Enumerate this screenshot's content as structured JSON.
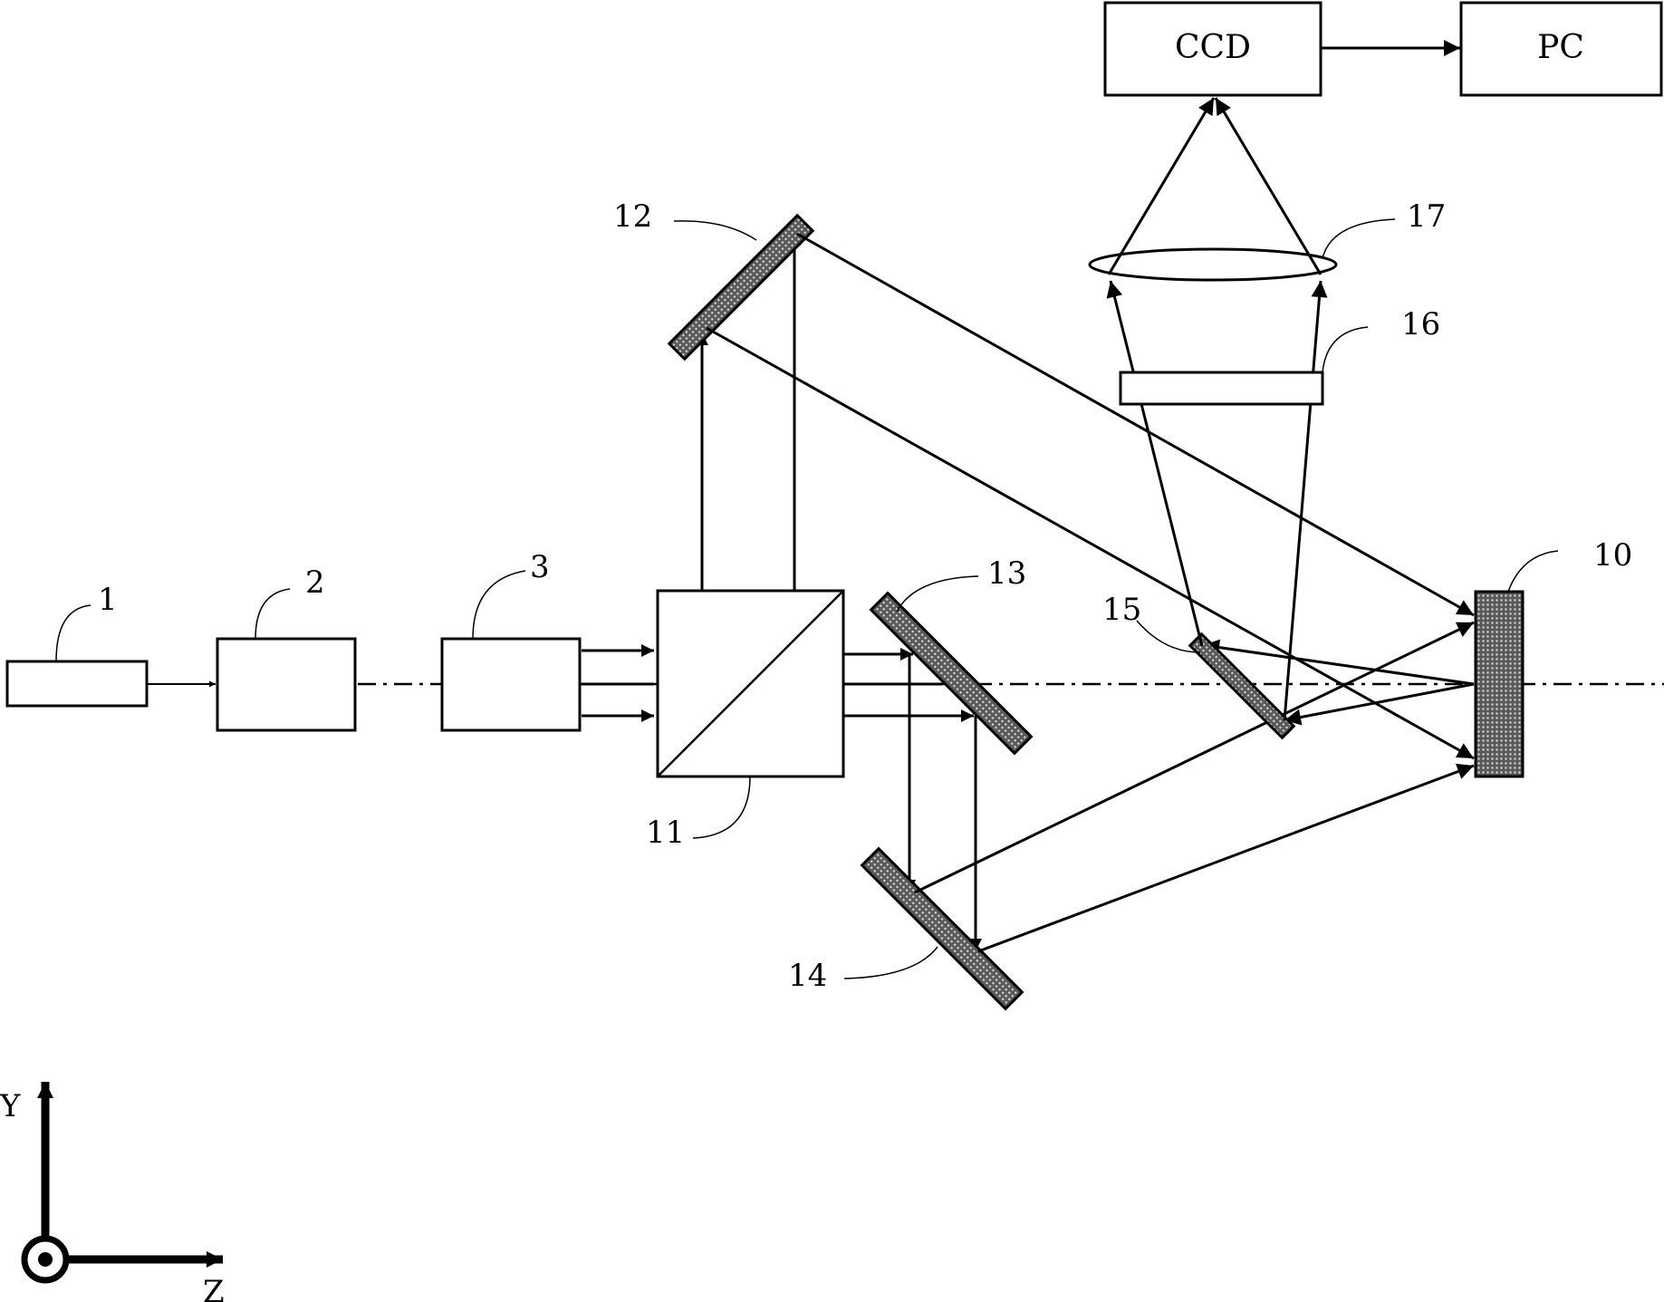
{
  "diagram": {
    "component_labels": {
      "source": "1",
      "element_2": "2",
      "element_3": "3",
      "target": "10",
      "beam_splitter": "11",
      "mirror_12": "12",
      "mirror_13": "13",
      "mirror_14": "14",
      "mirror_15": "15",
      "filter": "16",
      "lens": "17"
    },
    "boxes": {
      "ccd": "CCD",
      "pc": "PC"
    },
    "axes": {
      "y": "Y",
      "z": "Z"
    }
  }
}
